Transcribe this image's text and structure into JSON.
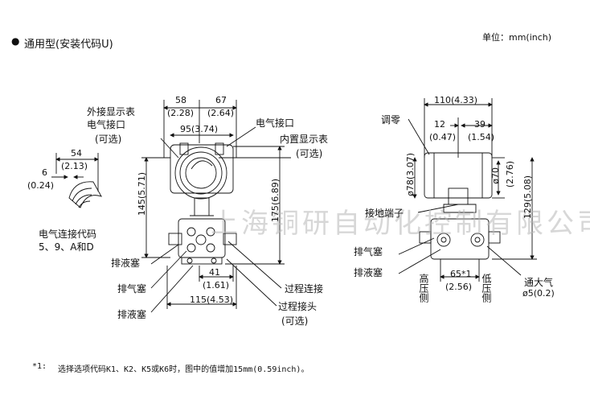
{
  "header": {
    "bullet": "●",
    "title": "通用型(安装代码U)",
    "unit": "单位：mm(inch)"
  },
  "watermark": "上海铜研自动化控制有限公司",
  "left_view": {
    "dim_58": "58",
    "dim_58_in": "(2.28)",
    "dim_67": "67",
    "dim_67_in": "(2.64)",
    "dim_95": "95(3.74)",
    "dim_145": "145(5.71)",
    "dim_175": "175(6.89)",
    "dim_41": "41",
    "dim_41_in": "(1.61)",
    "dim_115": "115(4.53)",
    "label_ext_display_1": "外接显示表",
    "label_ext_display_2": "电气接口",
    "label_ext_display_3": "(可选)",
    "label_elec_port": "电气接口",
    "label_int_display": "内置显示表",
    "label_int_display_opt": "(可选)",
    "label_drain_1": "排液塞",
    "label_vent": "排气塞",
    "label_drain_2": "排液塞",
    "label_process_conn": "过程连接",
    "label_process_joint": "过程接头",
    "label_process_joint_opt": "(可选)"
  },
  "small_view": {
    "dim_54": "54",
    "dim_54_in": "(2.13)",
    "dim_6": "6",
    "dim_6_in": "(0.24)",
    "label_1": "电气连接代码",
    "label_2": "5、9、A和D"
  },
  "right_view": {
    "dim_110": "110(4.33)",
    "dim_12": "12",
    "dim_12_in": "(0.47)",
    "dim_39": "39",
    "dim_39_in": "(1.54)",
    "dim_78": "ø78(3.07)",
    "dim_70": "ø70",
    "dim_70_in": "(2.76)",
    "dim_129": "129(5.08)",
    "dim_65": "65*1",
    "dim_65_in": "(2.56)",
    "label_zero": "调零",
    "label_ground": "接地端子",
    "label_vent": "排气塞",
    "label_drain": "排液塞",
    "label_high": "高压侧",
    "label_low": "低压侧",
    "label_atm": "通大气",
    "label_atm_dim": "ø5(0.2)"
  },
  "footnote": {
    "mark": "*1:",
    "text": "选择选项代码K1、K2、K5或K6时，图中的值增加15mm(0.59inch)。"
  }
}
